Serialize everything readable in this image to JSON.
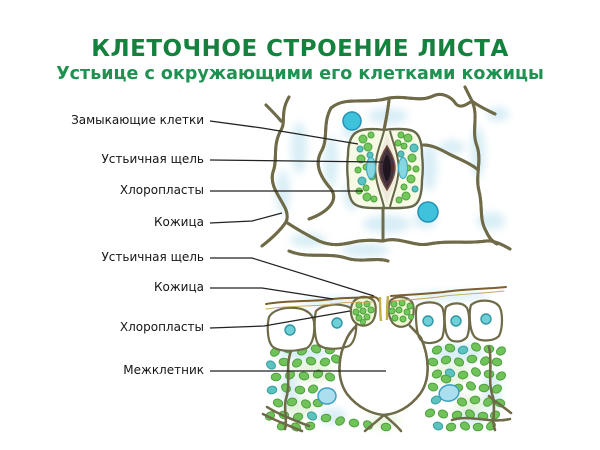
{
  "header": {
    "title": "КЛЕТОЧНОЕ СТРОЕНИЕ ЛИСТА",
    "subtitle": "Устьице с окружающими его клетками кожицы"
  },
  "labels": [
    {
      "id": "guard-cells",
      "text": "Замыкающие клетки"
    },
    {
      "id": "stomatal-slit-top",
      "text": "Устьичная щель"
    },
    {
      "id": "chloroplasts-top",
      "text": "Хлоропласты"
    },
    {
      "id": "epidermis-top",
      "text": "Кожица"
    },
    {
      "id": "stomatal-slit-section",
      "text": "Устьичная щель"
    },
    {
      "id": "epidermis-section",
      "text": "Кожица"
    },
    {
      "id": "chloroplasts-section",
      "text": "Хлоропласты"
    },
    {
      "id": "intercellular-space",
      "text": "Межклетник"
    }
  ],
  "palette": {
    "title_green": "#15813f",
    "subtitle_green": "#1f9150",
    "chloroplast_green": "#74c75c",
    "chloroplast_teal": "#5ac3c0",
    "nucleus_cyan": "#3fc3dc",
    "cell_wall_olive": "#6f6b48",
    "cuticle_brown": "#7c5f2e",
    "slit_dark": "#46333f"
  }
}
